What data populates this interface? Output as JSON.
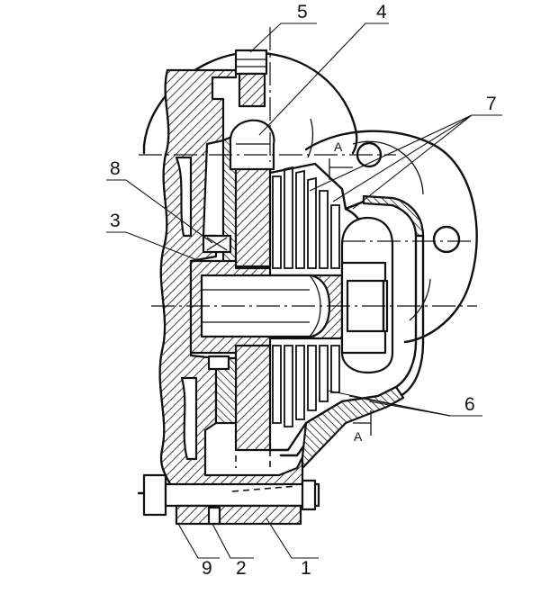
{
  "figure": {
    "callouts": [
      {
        "id": "label-1",
        "text": "1"
      },
      {
        "id": "label-2",
        "text": "2"
      },
      {
        "id": "label-3",
        "text": "3"
      },
      {
        "id": "label-4",
        "text": "4"
      },
      {
        "id": "label-5",
        "text": "5"
      },
      {
        "id": "label-6",
        "text": "6"
      },
      {
        "id": "label-7",
        "text": "7"
      },
      {
        "id": "label-8",
        "text": "8"
      },
      {
        "id": "label-9",
        "text": "9"
      }
    ],
    "section_marks": {
      "top": "A",
      "bottom": "A"
    },
    "colors": {
      "ink": "#111111",
      "paper": "#ffffff"
    }
  }
}
